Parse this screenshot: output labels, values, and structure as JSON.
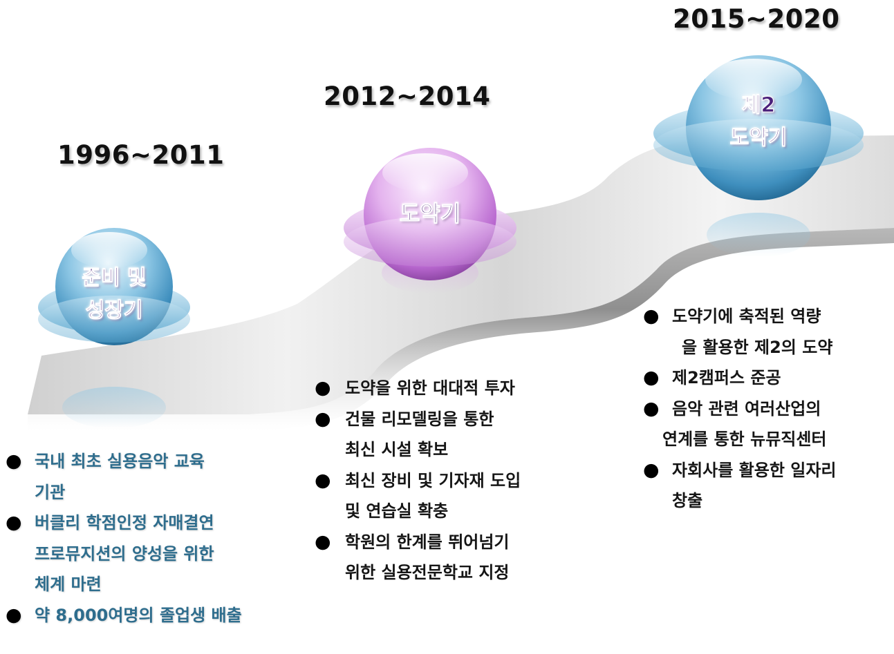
{
  "stages": [
    {
      "period": "1996~2011",
      "label_lines": [
        "준비 및",
        "성장기"
      ],
      "items": [
        [
          "국내 최초 실용음악 교육",
          "기관"
        ],
        [
          "버클리 학점인정 자매결연",
          "프로뮤지션의 양성을 위한",
          "체계 마련"
        ],
        [
          "약 8,000여명의 졸업생 배출"
        ]
      ]
    },
    {
      "period": "2012~2014",
      "label_lines": [
        "도약기"
      ],
      "items": [
        [
          "도약을 위한 대대적 투자"
        ],
        [
          "건물 리모델링을 통한",
          "최신 시설 확보"
        ],
        [
          "최신 장비 및 기자재 도입",
          "및 연습실 확충"
        ],
        [
          "학원의 한계를 뛰어넘기",
          "위한 실용전문학교 지정"
        ]
      ]
    },
    {
      "period": "2015~2020",
      "label_lines": [
        "제2",
        "도약기"
      ],
      "items": [
        [
          "도약기에 축적된 역량",
          "을 활용한 제2의 도약"
        ],
        [
          "제2캠퍼스 준공"
        ],
        [
          "음악 관련 여러산업의",
          "연계를 통한 뉴뮤직센터"
        ],
        [
          "자회사를 활용한 일자리",
          "창출"
        ]
      ]
    }
  ],
  "bullet_glyph": "●",
  "colors": {
    "sphere_blue": "#3f8fbe",
    "sphere_purple": "#b867cf",
    "label_purple": "#4a1f7a",
    "list_blue": "#2e6d8d",
    "list_dark": "#151515"
  }
}
